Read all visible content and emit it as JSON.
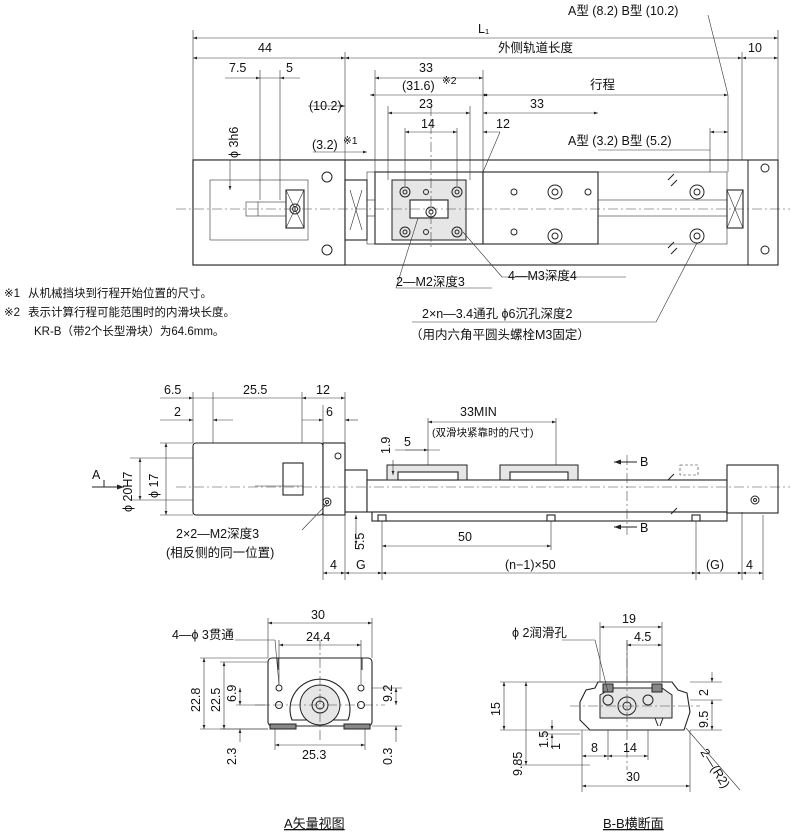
{
  "top_view": {
    "overall_length": "L₁",
    "outer_rail_length": "外侧轨道长度",
    "stroke": "行程",
    "type_ab_top": "A型 (8.2) B型 (10.2)",
    "type_ab_mid": "A型 (3.2) B型 (5.2)",
    "dims": {
      "d44": "44",
      "d10": "10",
      "d7_5": "7.5",
      "d5": "5",
      "d33a": "33",
      "d31_6": "(31.6)",
      "note2_mark": "※2",
      "d10_2": "(10.2)",
      "d23": "23",
      "d33b": "33",
      "d14": "14",
      "d12": "12",
      "d3_2": "(3.2)",
      "note1_mark": "※1",
      "d3h6": "ϕ 3h6"
    },
    "callouts": {
      "m2_depth": "2—M2深度3",
      "m3_depth": "4—M3深度4",
      "holes": "2×n—3.4通孔 ϕ6沉孔深度2",
      "holes_note": "（用内六角平圆头螺栓M3固定）"
    }
  },
  "notes": [
    {
      "mark": "※1",
      "text": "从机械挡块到行程开始位置的尺寸。"
    },
    {
      "mark": "※2",
      "text": "表示计算行程可能范围时的内滑块长度。"
    },
    {
      "mark": "",
      "text": "KR-B（带2个长型滑块）为64.6mm。"
    }
  ],
  "side_view": {
    "dims": {
      "d6_5": "6.5",
      "d25_5": "25.5",
      "d12": "12",
      "d2": "2",
      "d6": "6",
      "d33min": "33MIN",
      "d33min_note": "(双滑块紧靠时的尺寸)",
      "d1_9": "1.9",
      "d5": "5",
      "d20h7": "ϕ 20H7",
      "d17": "ϕ 17",
      "d5_5": "5.5",
      "d50": "50",
      "d4a": "4",
      "g": "G",
      "pitch": "(n−1)×50",
      "g2": "(G)",
      "d4b": "4"
    },
    "arrow_a": "A",
    "section_b1": "B",
    "section_b2": "B",
    "callout": "2×2—M2深度3",
    "callout_note": "(相反侧的同一位置)"
  },
  "view_a": {
    "title": "A矢量视图",
    "through_holes": "4—ϕ 3贯通",
    "dims": {
      "d30": "30",
      "d24_4": "24.4",
      "d22_8": "22.8",
      "d22_5": "22.5",
      "d6_9": "6.9",
      "d9_2": "9.2",
      "d25_3": "25.3",
      "d2_3": "2.3",
      "d0_3": "0.3"
    }
  },
  "section_bb": {
    "title": "B-B横断面",
    "lube_hole": "ϕ 2润滑孔",
    "dims": {
      "d19": "19",
      "d4_5": "4.5",
      "d15": "15",
      "d2": "2",
      "d9_5": "9.5",
      "d1_5": "1.5",
      "d9_85": "9.85",
      "d1": "1",
      "d8": "8",
      "d14": "14",
      "d30": "30",
      "r2": "2—(R2)"
    }
  }
}
